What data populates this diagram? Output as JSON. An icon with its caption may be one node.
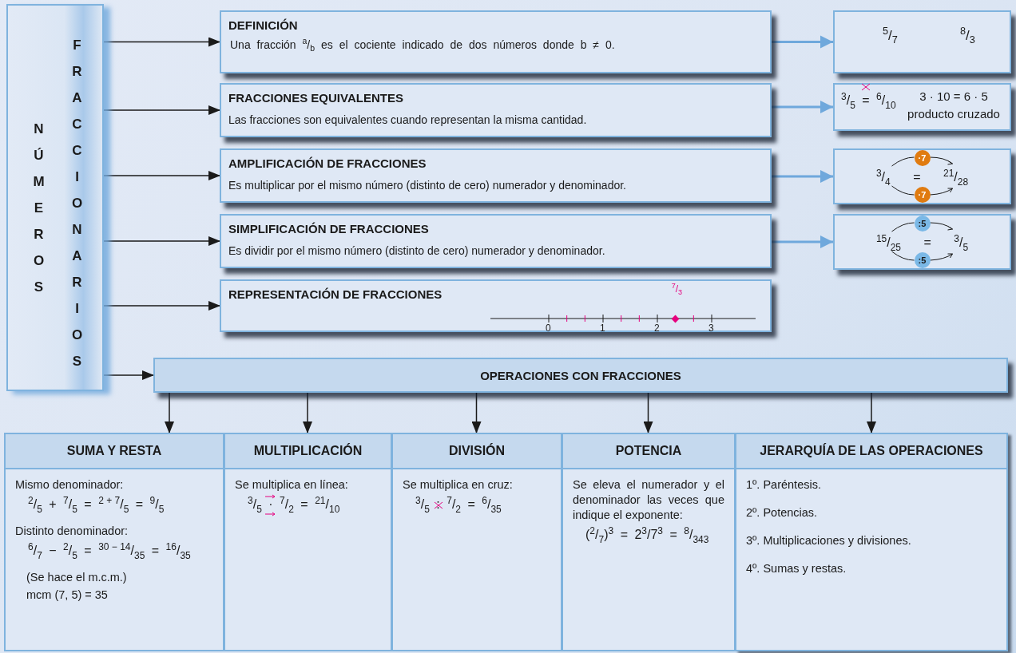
{
  "diagram": {
    "nodes": [
      {
        "text": [
          "NÚMEROS",
          "FRACCIONARIOS"
        ]
      },
      {
        "text": [
          "DEFINICIÓN",
          "Una fracción $^{a}$/$_{b}$ es el cociente indicado de dos números donde b ≠ 0."
        ]
      },
      {
        "text": [
          "FRACCIONES EQUIVALENTES",
          "Las fracciones son equivalentes cuando representan la misma cantidad."
        ]
      },
      {
        "text": [
          "AMPLIFICACIÓN DE FRACCIONES",
          "Es multiplicar por el mismo número (distinto de cero) numerador y denominador."
        ]
      },
      {
        "text": [
          "SIMPLIFICACIÓN DE FRACCIONES",
          "Es dividir por el mismo número (distinto de cero) numerador y denominador."
        ]
      },
      {
        "text": [
          "REPRESENTACIÓN DE FRACCIONES",
          "$^{7}$/$_{3}$",
          "0",
          "1",
          "2",
          "3"
        ]
      },
      {
        "text": [
          "$^{5}$/$_{7}$",
          "$^{8}$/$_{3}$"
        ]
      },
      {
        "text": [
          "$^{3}$/$_{5}$ = $^{6}$/$_{10}$",
          "3 · 10 = 6 · 5",
          "producto cruzado"
        ]
      },
      {
        "text": [
          "·7",
          "$^{3}$/$_{4}$ = $^{21}$/$_{28}$",
          "·7"
        ]
      },
      {
        "text": [
          ":5",
          "$^{15}$/$_{25}$ = $^{3}$/$_{5}$",
          ":5"
        ]
      },
      {
        "text": [
          "OPERACIONES CON FRACCIONES"
        ]
      },
      {
        "text": [
          "SUMA Y RESTA",
          "Mismo denominador:",
          "$^{2}$/$_{5}$ + $^{7}$/$_{5}$ = $^{2 + 7}$/$_{5}$ = $^{9}$/$_{5}$",
          "Distinto denominador:",
          "$^{6}$/$_{7}$ − $^{2}$/$_{5}$ = $^{30 − 14}$/$_{35}$ = $^{16}$/$_{35}$",
          "(Se hace el m.c.m.)",
          "mcm (7, 5) = 35"
        ]
      },
      {
        "text": [
          "MULTIPLICACIÓN",
          "Se multiplica en línea:",
          "$^{3}$/$_{5}$ · $^{7}$/$_{2}$ = $^{21}$/$_{10}$"
        ]
      },
      {
        "text": [
          "DIVISIÓN",
          "Se multiplica en cruz:",
          "$^{3}$/$_{5}$ : $^{7}$/$_{2}$ = $^{6}$/$_{35}$"
        ]
      },
      {
        "text": [
          "POTENCIA",
          "Se eleva el numerador y el denominador las veces que indique el exponente:",
          "($^{2}$/$_{7}$)$^{3}$ = 2$^{3}$/7$^{3}$ = $^{8}$/$_{343}$"
        ]
      },
      {
        "text": [
          "JERARQUÍA DE LAS OPERACIONES",
          "1º. Paréntesis.",
          "2º. Potencias.",
          "3º. Multiplicaciones y divisiones.",
          "4º. Sumas y restas."
        ]
      }
    ],
    "edges": [
      {
        "from": 0,
        "to": 1,
        "arrow": "to"
      },
      {
        "from": 0,
        "to": 2,
        "arrow": "to"
      },
      {
        "from": 0,
        "to": 3,
        "arrow": "to"
      },
      {
        "from": 0,
        "to": 4,
        "arrow": "to"
      },
      {
        "from": 0,
        "to": 5,
        "arrow": "to"
      },
      {
        "from": 0,
        "to": 10,
        "arrow": "to"
      },
      {
        "from": 1,
        "to": 6,
        "arrow": "to",
        "color": "#6fa8dc"
      },
      {
        "from": 2,
        "to": 7,
        "arrow": "to",
        "color": "#6fa8dc"
      },
      {
        "from": 3,
        "to": 8,
        "arrow": "to",
        "color": "#6fa8dc"
      },
      {
        "from": 4,
        "to": 9,
        "arrow": "to",
        "color": "#6fa8dc"
      },
      {
        "from": 10,
        "to": 11,
        "arrow": "to"
      },
      {
        "from": 10,
        "to": 12,
        "arrow": "to"
      },
      {
        "from": 10,
        "to": 13,
        "arrow": "to"
      },
      {
        "from": 10,
        "to": 14,
        "arrow": "to"
      },
      {
        "from": 10,
        "to": 15,
        "arrow": "to"
      }
    ]
  }
}
